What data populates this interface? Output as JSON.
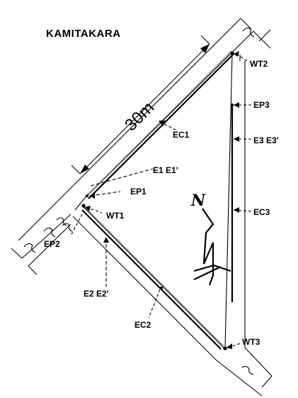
{
  "title": "KAMITAKARA",
  "dimension": "30m",
  "north": "N",
  "labels": {
    "wt1": "WT1",
    "wt2": "WT2",
    "wt3": "WT3",
    "ep1": "EP1",
    "ep2": "EP2",
    "ep3": "EP3",
    "ec1": "EC1",
    "ec2": "EC2",
    "ec3": "EC3",
    "e1": "E1 E1'",
    "e2": "E2 E2'",
    "e3": "E3 E3'"
  }
}
